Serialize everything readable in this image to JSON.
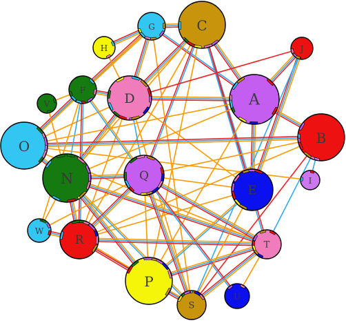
{
  "graph": {
    "nodes": [
      {
        "id": "A",
        "label": "A",
        "color": "#c45ef0"
      },
      {
        "id": "B",
        "label": "B",
        "color": "#ee1111"
      },
      {
        "id": "C",
        "label": "C",
        "color": "#c8940c"
      },
      {
        "id": "D",
        "label": "D",
        "color": "#f07cbc"
      },
      {
        "id": "E",
        "label": "E",
        "color": "#0a10ee"
      },
      {
        "id": "F",
        "label": "F",
        "color": "#157a10"
      },
      {
        "id": "G",
        "label": "G",
        "color": "#33c6f2"
      },
      {
        "id": "H",
        "label": "H",
        "color": "#f5f50a"
      },
      {
        "id": "I",
        "label": "I",
        "color": "#cc77ee"
      },
      {
        "id": "J",
        "label": "J",
        "color": "#ee1111"
      },
      {
        "id": "N",
        "label": "N",
        "color": "#157a10"
      },
      {
        "id": "O",
        "label": "O",
        "color": "#33c6f2"
      },
      {
        "id": "P",
        "label": "P",
        "color": "#f5f50a"
      },
      {
        "id": "Q",
        "label": "Q",
        "color": "#c45ef0"
      },
      {
        "id": "R",
        "label": "R",
        "color": "#ee1111"
      },
      {
        "id": "S",
        "label": "S",
        "color": "#c8940c"
      },
      {
        "id": "T",
        "label": "T",
        "color": "#f07cbc"
      },
      {
        "id": "U",
        "label": "U",
        "color": "#0a10ee"
      },
      {
        "id": "V",
        "label": "V",
        "color": "#157a10"
      },
      {
        "id": "W",
        "label": "W",
        "color": "#33c6f2"
      }
    ],
    "edges": [
      {
        "from": "G",
        "to": "H",
        "colors": [
          "#ff9900",
          "#33aaee",
          "#ee2222"
        ]
      },
      {
        "from": "G",
        "to": "C",
        "colors": [
          "#ff9900",
          "#33aaee",
          "#ee2222"
        ]
      },
      {
        "from": "G",
        "to": "D",
        "colors": [
          "#ff9900",
          "#33aaee",
          "#ee2222"
        ]
      },
      {
        "from": "G",
        "to": "F",
        "colors": [
          "#ff9900",
          "#33aaee",
          "#ee2222"
        ]
      },
      {
        "from": "G",
        "to": "A",
        "colors": [
          "#33aaee",
          "#ee2222"
        ]
      },
      {
        "from": "G",
        "to": "S",
        "colors": [
          "#ff9900"
        ]
      },
      {
        "from": "G",
        "to": "O",
        "colors": [
          "#ff9900"
        ]
      },
      {
        "from": "C",
        "to": "D",
        "colors": [
          "#ff9900",
          "#33aaee",
          "#ee2222"
        ]
      },
      {
        "from": "C",
        "to": "A",
        "colors": [
          "#ff9900",
          "#33aaee",
          "#ee2222"
        ]
      },
      {
        "from": "C",
        "to": "E",
        "colors": [
          "#33aaee",
          "#ee2222"
        ]
      },
      {
        "from": "C",
        "to": "N",
        "colors": [
          "#ff9900"
        ]
      },
      {
        "from": "C",
        "to": "Q",
        "colors": [
          "#33aaee",
          "#ee2222"
        ]
      },
      {
        "from": "C",
        "to": "T",
        "colors": [
          "#ee2222",
          "#33aaee"
        ]
      },
      {
        "from": "C",
        "to": "P",
        "colors": [
          "#ff9900"
        ]
      },
      {
        "from": "C",
        "to": "R",
        "colors": [
          "#ff9900"
        ]
      },
      {
        "from": "D",
        "to": "F",
        "colors": [
          "#ff9900",
          "#33aaee",
          "#ee2222"
        ]
      },
      {
        "from": "D",
        "to": "A",
        "colors": [
          "#ff9900",
          "#33aaee",
          "#ee2222"
        ]
      },
      {
        "from": "D",
        "to": "J",
        "colors": [
          "#ee2222"
        ]
      },
      {
        "from": "D",
        "to": "H",
        "colors": [
          "#ff9900"
        ]
      },
      {
        "from": "D",
        "to": "N",
        "colors": [
          "#ff9900",
          "#33aaee",
          "#ee2222"
        ]
      },
      {
        "from": "D",
        "to": "O",
        "colors": [
          "#ff9900"
        ]
      },
      {
        "from": "D",
        "to": "Q",
        "colors": [
          "#33aaee"
        ]
      },
      {
        "from": "D",
        "to": "E",
        "colors": [
          "#ff9900"
        ]
      },
      {
        "from": "D",
        "to": "R",
        "colors": [
          "#ff9900"
        ]
      },
      {
        "from": "D",
        "to": "S",
        "colors": [
          "#ff9900"
        ]
      },
      {
        "from": "A",
        "to": "J",
        "colors": [
          "#ff9900",
          "#33aaee",
          "#ee2222"
        ]
      },
      {
        "from": "A",
        "to": "B",
        "colors": [
          "#ff9900",
          "#33aaee",
          "#ee2222"
        ]
      },
      {
        "from": "A",
        "to": "E",
        "colors": [
          "#ff9900",
          "#33aaee",
          "#ee2222"
        ]
      },
      {
        "from": "A",
        "to": "N",
        "colors": [
          "#ff9900"
        ]
      },
      {
        "from": "A",
        "to": "P",
        "colors": [
          "#ff9900"
        ]
      },
      {
        "from": "J",
        "to": "E",
        "colors": [
          "#ff9900",
          "#33aaee",
          "#ee2222"
        ]
      },
      {
        "from": "J",
        "to": "S",
        "colors": [
          "#33aaee"
        ]
      },
      {
        "from": "B",
        "to": "O",
        "colors": [
          "#ff9900",
          "#33aaee",
          "#ee2222"
        ]
      },
      {
        "from": "B",
        "to": "I",
        "colors": [
          "#33aaee"
        ]
      },
      {
        "from": "B",
        "to": "T",
        "colors": [
          "#33aaee"
        ]
      },
      {
        "from": "B",
        "to": "S",
        "colors": [
          "#ee2222"
        ]
      },
      {
        "from": "B",
        "to": "Q",
        "colors": [
          "#ff9900"
        ]
      },
      {
        "from": "B",
        "to": "R",
        "colors": [
          "#ff9900"
        ]
      },
      {
        "from": "E",
        "to": "Q",
        "colors": [
          "#ff9900"
        ]
      },
      {
        "from": "E",
        "to": "P",
        "colors": [
          "#33aaee",
          "#ff9900"
        ]
      },
      {
        "from": "E",
        "to": "R",
        "colors": [
          "#ff9900"
        ]
      },
      {
        "from": "F",
        "to": "V",
        "colors": [
          "#ff9900"
        ]
      },
      {
        "from": "F",
        "to": "O",
        "colors": [
          "#ff9900",
          "#33aaee",
          "#ee2222"
        ]
      },
      {
        "from": "F",
        "to": "N",
        "colors": [
          "#33aaee"
        ]
      },
      {
        "from": "F",
        "to": "R",
        "colors": [
          "#33aaee",
          "#ee2222"
        ]
      },
      {
        "from": "F",
        "to": "Q",
        "colors": [
          "#ff9900",
          "#33aaee"
        ]
      },
      {
        "from": "F",
        "to": "W",
        "colors": [
          "#ff9900"
        ]
      },
      {
        "from": "O",
        "to": "N",
        "colors": [
          "#ff9900",
          "#33aaee",
          "#ee2222"
        ]
      },
      {
        "from": "O",
        "to": "I",
        "colors": [
          "#ff9900"
        ]
      },
      {
        "from": "O",
        "to": "T",
        "colors": [
          "#ff9900"
        ]
      },
      {
        "from": "V",
        "to": "N",
        "colors": [
          "#ff9900"
        ]
      },
      {
        "from": "N",
        "to": "Q",
        "colors": [
          "#ff9900",
          "#33aaee",
          "#ee2222"
        ]
      },
      {
        "from": "N",
        "to": "R",
        "colors": [
          "#ff9900",
          "#33aaee",
          "#ee2222"
        ]
      },
      {
        "from": "N",
        "to": "W",
        "colors": [
          "#ff9900"
        ]
      },
      {
        "from": "N",
        "to": "P",
        "colors": [
          "#ff9900",
          "#33aaee",
          "#ee2222"
        ]
      },
      {
        "from": "N",
        "to": "T",
        "colors": [
          "#ff9900",
          "#33aaee",
          "#ee2222"
        ]
      },
      {
        "from": "N",
        "to": "S",
        "colors": [
          "#ff9900",
          "#33aaee"
        ]
      },
      {
        "from": "Q",
        "to": "R",
        "colors": [
          "#ff9900",
          "#33aaee",
          "#ee2222"
        ]
      },
      {
        "from": "Q",
        "to": "T",
        "colors": [
          "#ff9900",
          "#33aaee",
          "#ee2222"
        ]
      },
      {
        "from": "Q",
        "to": "P",
        "colors": [
          "#ff9900"
        ]
      },
      {
        "from": "Q",
        "to": "S",
        "colors": [
          "#ff9900",
          "#33aaee",
          "#ee2222"
        ]
      },
      {
        "from": "Q",
        "to": "U",
        "colors": [
          "#ee2222",
          "#33aaee"
        ]
      },
      {
        "from": "Q",
        "to": "W",
        "colors": [
          "#ff9900"
        ]
      },
      {
        "from": "R",
        "to": "W",
        "colors": [
          "#ff9900",
          "#33aaee",
          "#ee2222"
        ]
      },
      {
        "from": "R",
        "to": "P",
        "colors": [
          "#ff9900",
          "#33aaee",
          "#ee2222"
        ]
      },
      {
        "from": "R",
        "to": "T",
        "colors": [
          "#ff9900",
          "#33aaee",
          "#ee2222"
        ]
      },
      {
        "from": "R",
        "to": "S",
        "colors": [
          "#ee2222"
        ]
      },
      {
        "from": "P",
        "to": "T",
        "colors": [
          "#ff9900",
          "#33aaee",
          "#ee2222"
        ]
      },
      {
        "from": "P",
        "to": "S",
        "colors": [
          "#ff9900",
          "#33aaee",
          "#ee2222"
        ]
      },
      {
        "from": "T",
        "to": "S",
        "colors": [
          "#ff9900",
          "#33aaee",
          "#ee2222"
        ]
      },
      {
        "from": "T",
        "to": "U",
        "colors": [
          "#ff9900"
        ]
      },
      {
        "from": "E",
        "to": "S",
        "colors": [
          "#ff9900"
        ]
      },
      {
        "from": "A",
        "to": "O",
        "colors": [
          "#ff9900"
        ]
      }
    ]
  }
}
